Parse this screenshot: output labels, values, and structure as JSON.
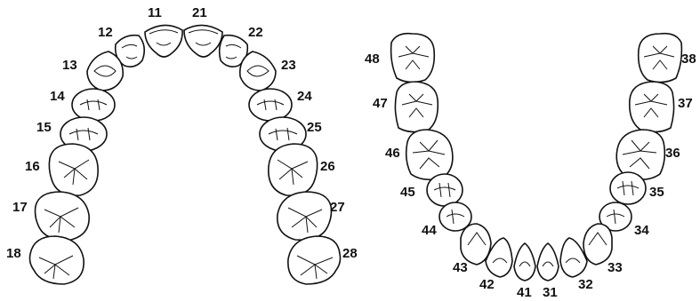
{
  "diagram": {
    "upper_arch": {
      "labels": [
        "11",
        "12",
        "13",
        "14",
        "15",
        "16",
        "17",
        "18",
        "21",
        "22",
        "23",
        "24",
        "25",
        "26",
        "27",
        "28"
      ]
    },
    "lower_arch": {
      "labels": [
        "31",
        "32",
        "33",
        "34",
        "35",
        "36",
        "37",
        "38",
        "41",
        "42",
        "43",
        "44",
        "45",
        "46",
        "47",
        "48"
      ]
    },
    "colors": {
      "stroke": "#111111",
      "fill": "#ffffff",
      "text": "#111111"
    }
  }
}
